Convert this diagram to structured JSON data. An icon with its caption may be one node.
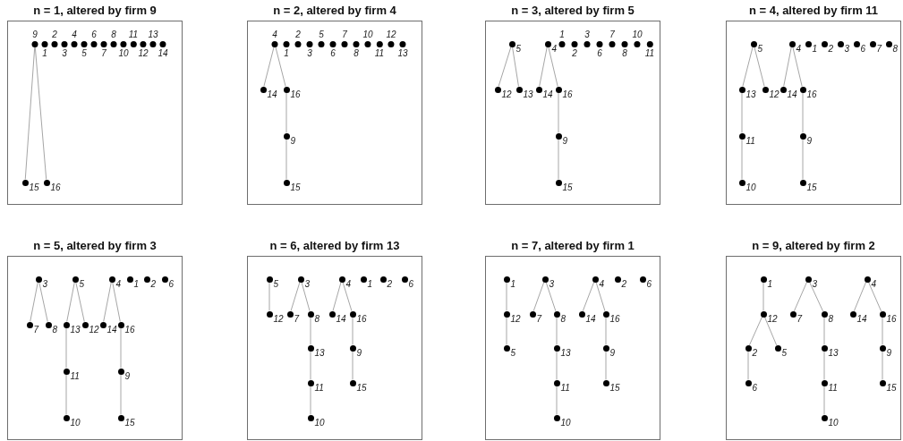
{
  "diagram": {
    "nodes": [
      {
        "text": [
          "n = 1, altered by firm 9"
        ]
      },
      {
        "text": [
          "9"
        ],
        "in": 0
      },
      {
        "text": [
          "1"
        ],
        "in": 0
      },
      {
        "text": [
          "2"
        ],
        "in": 0
      },
      {
        "text": [
          "3"
        ],
        "in": 0
      },
      {
        "text": [
          "4"
        ],
        "in": 0
      },
      {
        "text": [
          "5"
        ],
        "in": 0
      },
      {
        "text": [
          "6"
        ],
        "in": 0
      },
      {
        "text": [
          "7"
        ],
        "in": 0
      },
      {
        "text": [
          "8"
        ],
        "in": 0
      },
      {
        "text": [
          "10"
        ],
        "in": 0
      },
      {
        "text": [
          "11"
        ],
        "in": 0
      },
      {
        "text": [
          "12"
        ],
        "in": 0
      },
      {
        "text": [
          "13"
        ],
        "in": 0
      },
      {
        "text": [
          "14"
        ],
        "in": 0
      },
      {
        "text": [
          "15"
        ],
        "in": 0
      },
      {
        "text": [
          "16"
        ],
        "in": 0
      },
      {
        "text": [
          "n = 2, altered by firm 4"
        ]
      },
      {
        "text": [
          "4"
        ],
        "in": 17
      },
      {
        "text": [
          "1"
        ],
        "in": 17
      },
      {
        "text": [
          "2"
        ],
        "in": 17
      },
      {
        "text": [
          "3"
        ],
        "in": 17
      },
      {
        "text": [
          "5"
        ],
        "in": 17
      },
      {
        "text": [
          "6"
        ],
        "in": 17
      },
      {
        "text": [
          "7"
        ],
        "in": 17
      },
      {
        "text": [
          "8"
        ],
        "in": 17
      },
      {
        "text": [
          "10"
        ],
        "in": 17
      },
      {
        "text": [
          "11"
        ],
        "in": 17
      },
      {
        "text": [
          "12"
        ],
        "in": 17
      },
      {
        "text": [
          "13"
        ],
        "in": 17
      },
      {
        "text": [
          "14"
        ],
        "in": 17
      },
      {
        "text": [
          "16"
        ],
        "in": 17
      },
      {
        "text": [
          "9"
        ],
        "in": 17
      },
      {
        "text": [
          "15"
        ],
        "in": 17
      },
      {
        "text": [
          "n = 3, altered by firm 5"
        ]
      },
      {
        "text": [
          "5"
        ],
        "in": 34
      },
      {
        "text": [
          "4"
        ],
        "in": 34
      },
      {
        "text": [
          "1"
        ],
        "in": 34
      },
      {
        "text": [
          "2"
        ],
        "in": 34
      },
      {
        "text": [
          "3"
        ],
        "in": 34
      },
      {
        "text": [
          "6"
        ],
        "in": 34
      },
      {
        "text": [
          "7"
        ],
        "in": 34
      },
      {
        "text": [
          "8"
        ],
        "in": 34
      },
      {
        "text": [
          "10"
        ],
        "in": 34
      },
      {
        "text": [
          "11"
        ],
        "in": 34
      },
      {
        "text": [
          "12"
        ],
        "in": 34
      },
      {
        "text": [
          "13"
        ],
        "in": 34
      },
      {
        "text": [
          "14"
        ],
        "in": 34
      },
      {
        "text": [
          "16"
        ],
        "in": 34
      },
      {
        "text": [
          "9"
        ],
        "in": 34
      },
      {
        "text": [
          "15"
        ],
        "in": 34
      },
      {
        "text": [
          "n = 4, altered by firm 11"
        ]
      },
      {
        "text": [
          "5"
        ],
        "in": 51
      },
      {
        "text": [
          "4"
        ],
        "in": 51
      },
      {
        "text": [
          "1"
        ],
        "in": 51
      },
      {
        "text": [
          "2"
        ],
        "in": 51
      },
      {
        "text": [
          "3"
        ],
        "in": 51
      },
      {
        "text": [
          "6"
        ],
        "in": 51
      },
      {
        "text": [
          "7"
        ],
        "in": 51
      },
      {
        "text": [
          "8"
        ],
        "in": 51
      },
      {
        "text": [
          "13"
        ],
        "in": 51
      },
      {
        "text": [
          "12"
        ],
        "in": 51
      },
      {
        "text": [
          "14"
        ],
        "in": 51
      },
      {
        "text": [
          "16"
        ],
        "in": 51
      },
      {
        "text": [
          "11"
        ],
        "in": 51
      },
      {
        "text": [
          "9"
        ],
        "in": 51
      },
      {
        "text": [
          "10"
        ],
        "in": 51
      },
      {
        "text": [
          "15"
        ],
        "in": 51
      },
      {
        "text": [
          "n = 5, altered by firm 3"
        ]
      },
      {
        "text": [
          "3"
        ],
        "in": 68
      },
      {
        "text": [
          "5"
        ],
        "in": 68
      },
      {
        "text": [
          "4"
        ],
        "in": 68
      },
      {
        "text": [
          "1"
        ],
        "in": 68
      },
      {
        "text": [
          "2"
        ],
        "in": 68
      },
      {
        "text": [
          "6"
        ],
        "in": 68
      },
      {
        "text": [
          "7"
        ],
        "in": 68
      },
      {
        "text": [
          "8"
        ],
        "in": 68
      },
      {
        "text": [
          "13"
        ],
        "in": 68
      },
      {
        "text": [
          "12"
        ],
        "in": 68
      },
      {
        "text": [
          "14"
        ],
        "in": 68
      },
      {
        "text": [
          "16"
        ],
        "in": 68
      },
      {
        "text": [
          "11"
        ],
        "in": 68
      },
      {
        "text": [
          "9"
        ],
        "in": 68
      },
      {
        "text": [
          "10"
        ],
        "in": 68
      },
      {
        "text": [
          "15"
        ],
        "in": 68
      },
      {
        "text": [
          "n = 6, altered by firm 13"
        ]
      },
      {
        "text": [
          "5"
        ],
        "in": 85
      },
      {
        "text": [
          "3"
        ],
        "in": 85
      },
      {
        "text": [
          "4"
        ],
        "in": 85
      },
      {
        "text": [
          "1"
        ],
        "in": 85
      },
      {
        "text": [
          "2"
        ],
        "in": 85
      },
      {
        "text": [
          "6"
        ],
        "in": 85
      },
      {
        "text": [
          "12"
        ],
        "in": 85
      },
      {
        "text": [
          "7"
        ],
        "in": 85
      },
      {
        "text": [
          "8"
        ],
        "in": 85
      },
      {
        "text": [
          "14"
        ],
        "in": 85
      },
      {
        "text": [
          "16"
        ],
        "in": 85
      },
      {
        "text": [
          "13"
        ],
        "in": 85
      },
      {
        "text": [
          "9"
        ],
        "in": 85
      },
      {
        "text": [
          "11"
        ],
        "in": 85
      },
      {
        "text": [
          "15"
        ],
        "in": 85
      },
      {
        "text": [
          "10"
        ],
        "in": 85
      },
      {
        "text": [
          "n = 7, altered by firm 1"
        ]
      },
      {
        "text": [
          "1"
        ],
        "in": 102
      },
      {
        "text": [
          "3"
        ],
        "in": 102
      },
      {
        "text": [
          "4"
        ],
        "in": 102
      },
      {
        "text": [
          "2"
        ],
        "in": 102
      },
      {
        "text": [
          "6"
        ],
        "in": 102
      },
      {
        "text": [
          "12"
        ],
        "in": 102
      },
      {
        "text": [
          "7"
        ],
        "in": 102
      },
      {
        "text": [
          "8"
        ],
        "in": 102
      },
      {
        "text": [
          "14"
        ],
        "in": 102
      },
      {
        "text": [
          "16"
        ],
        "in": 102
      },
      {
        "text": [
          "5"
        ],
        "in": 102
      },
      {
        "text": [
          "13"
        ],
        "in": 102
      },
      {
        "text": [
          "9"
        ],
        "in": 102
      },
      {
        "text": [
          "11"
        ],
        "in": 102
      },
      {
        "text": [
          "15"
        ],
        "in": 102
      },
      {
        "text": [
          "10"
        ],
        "in": 102
      },
      {
        "text": [
          "n = 9, altered by firm 2"
        ]
      },
      {
        "text": [
          "1"
        ],
        "in": 119
      },
      {
        "text": [
          "3"
        ],
        "in": 119
      },
      {
        "text": [
          "4"
        ],
        "in": 119
      },
      {
        "text": [
          "12"
        ],
        "in": 119
      },
      {
        "text": [
          "7"
        ],
        "in": 119
      },
      {
        "text": [
          "8"
        ],
        "in": 119
      },
      {
        "text": [
          "14"
        ],
        "in": 119
      },
      {
        "text": [
          "16"
        ],
        "in": 119
      },
      {
        "text": [
          "2"
        ],
        "in": 119
      },
      {
        "text": [
          "5"
        ],
        "in": 119
      },
      {
        "text": [
          "13"
        ],
        "in": 119
      },
      {
        "text": [
          "9"
        ],
        "in": 119
      },
      {
        "text": [
          "6"
        ],
        "in": 119
      },
      {
        "text": [
          "11"
        ],
        "in": 119
      },
      {
        "text": [
          "15"
        ],
        "in": 119
      },
      {
        "text": [
          "10"
        ],
        "in": 119
      }
    ],
    "edges": [
      {
        "from": 1,
        "to": 15,
        "arrow": "none"
      },
      {
        "from": 1,
        "to": 16,
        "arrow": "none"
      },
      {
        "from": 18,
        "to": 30,
        "arrow": "none"
      },
      {
        "from": 18,
        "to": 31,
        "arrow": "none"
      },
      {
        "from": 31,
        "to": 32,
        "arrow": "none"
      },
      {
        "from": 32,
        "to": 33,
        "arrow": "none"
      },
      {
        "from": 35,
        "to": 45,
        "arrow": "none"
      },
      {
        "from": 35,
        "to": 46,
        "arrow": "none"
      },
      {
        "from": 36,
        "to": 47,
        "arrow": "none"
      },
      {
        "from": 36,
        "to": 48,
        "arrow": "none"
      },
      {
        "from": 48,
        "to": 49,
        "arrow": "none"
      },
      {
        "from": 49,
        "to": 50,
        "arrow": "none"
      },
      {
        "from": 52,
        "to": 60,
        "arrow": "none"
      },
      {
        "from": 52,
        "to": 61,
        "arrow": "none"
      },
      {
        "from": 53,
        "to": 62,
        "arrow": "none"
      },
      {
        "from": 53,
        "to": 63,
        "arrow": "none"
      },
      {
        "from": 60,
        "to": 64,
        "arrow": "none"
      },
      {
        "from": 64,
        "to": 66,
        "arrow": "none"
      },
      {
        "from": 63,
        "to": 65,
        "arrow": "none"
      },
      {
        "from": 65,
        "to": 67,
        "arrow": "none"
      },
      {
        "from": 69,
        "to": 75,
        "arrow": "none"
      },
      {
        "from": 69,
        "to": 76,
        "arrow": "none"
      },
      {
        "from": 70,
        "to": 77,
        "arrow": "none"
      },
      {
        "from": 70,
        "to": 78,
        "arrow": "none"
      },
      {
        "from": 71,
        "to": 79,
        "arrow": "none"
      },
      {
        "from": 71,
        "to": 80,
        "arrow": "none"
      },
      {
        "from": 77,
        "to": 81,
        "arrow": "none"
      },
      {
        "from": 81,
        "to": 83,
        "arrow": "none"
      },
      {
        "from": 80,
        "to": 82,
        "arrow": "none"
      },
      {
        "from": 82,
        "to": 84,
        "arrow": "none"
      },
      {
        "from": 86,
        "to": 92,
        "arrow": "none"
      },
      {
        "from": 87,
        "to": 93,
        "arrow": "none"
      },
      {
        "from": 87,
        "to": 94,
        "arrow": "none"
      },
      {
        "from": 88,
        "to": 95,
        "arrow": "none"
      },
      {
        "from": 88,
        "to": 96,
        "arrow": "none"
      },
      {
        "from": 94,
        "to": 97,
        "arrow": "none"
      },
      {
        "from": 97,
        "to": 99,
        "arrow": "none"
      },
      {
        "from": 99,
        "to": 101,
        "arrow": "none"
      },
      {
        "from": 96,
        "to": 98,
        "arrow": "none"
      },
      {
        "from": 98,
        "to": 100,
        "arrow": "none"
      },
      {
        "from": 103,
        "to": 108,
        "arrow": "none"
      },
      {
        "from": 108,
        "to": 113,
        "arrow": "none"
      },
      {
        "from": 104,
        "to": 109,
        "arrow": "none"
      },
      {
        "from": 104,
        "to": 110,
        "arrow": "none"
      },
      {
        "from": 110,
        "to": 114,
        "arrow": "none"
      },
      {
        "from": 114,
        "to": 116,
        "arrow": "none"
      },
      {
        "from": 116,
        "to": 118,
        "arrow": "none"
      },
      {
        "from": 105,
        "to": 111,
        "arrow": "none"
      },
      {
        "from": 105,
        "to": 112,
        "arrow": "none"
      },
      {
        "from": 112,
        "to": 115,
        "arrow": "none"
      },
      {
        "from": 115,
        "to": 117,
        "arrow": "none"
      },
      {
        "from": 120,
        "to": 123,
        "arrow": "none"
      },
      {
        "from": 123,
        "to": 128,
        "arrow": "none"
      },
      {
        "from": 123,
        "to": 129,
        "arrow": "none"
      },
      {
        "from": 128,
        "to": 132,
        "arrow": "none"
      },
      {
        "from": 121,
        "to": 124,
        "arrow": "none"
      },
      {
        "from": 121,
        "to": 125,
        "arrow": "none"
      },
      {
        "from": 125,
        "to": 130,
        "arrow": "none"
      },
      {
        "from": 130,
        "to": 133,
        "arrow": "none"
      },
      {
        "from": 133,
        "to": 135,
        "arrow": "none"
      },
      {
        "from": 122,
        "to": 126,
        "arrow": "none"
      },
      {
        "from": 122,
        "to": 127,
        "arrow": "none"
      },
      {
        "from": 127,
        "to": 131,
        "arrow": "none"
      },
      {
        "from": 131,
        "to": 134,
        "arrow": "none"
      }
    ]
  }
}
